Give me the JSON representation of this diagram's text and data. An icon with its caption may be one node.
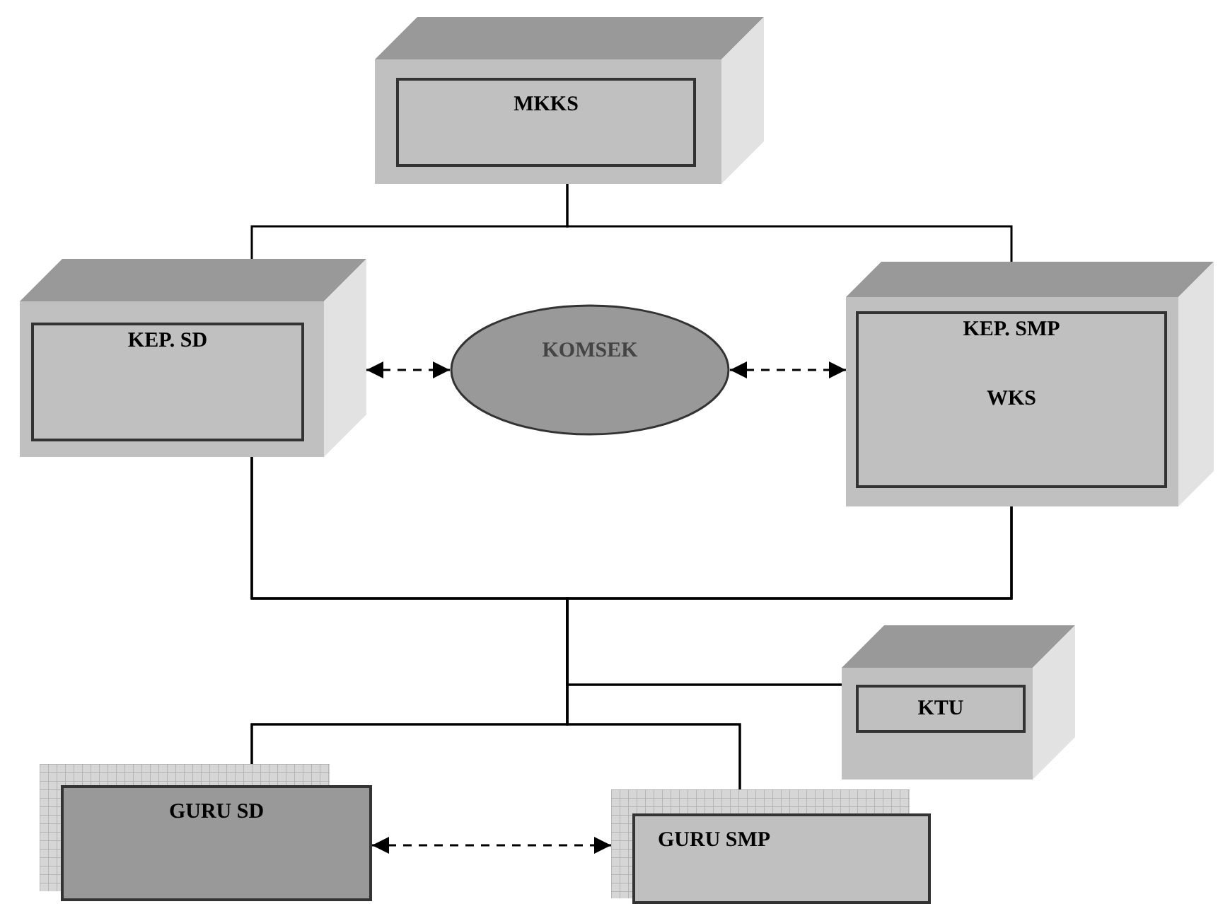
{
  "diagram": {
    "nodes": [
      {
        "text": [
          "MKKS"
        ]
      },
      {
        "text": [
          "KEP. SD"
        ]
      },
      {
        "text": [
          "KOMSEK"
        ]
      },
      {
        "text": [
          "KEP. SMP",
          "WKS"
        ]
      },
      {
        "text": [
          "KTU"
        ]
      },
      {
        "text": [
          "GURU SD"
        ]
      },
      {
        "text": [
          "GURU SMP"
        ]
      }
    ],
    "edges": [
      {
        "from": 0,
        "to": 1,
        "arrow": "none"
      },
      {
        "from": 0,
        "to": 3,
        "arrow": "none"
      },
      {
        "from": 1,
        "to": 4,
        "arrow": "none"
      },
      {
        "from": 3,
        "to": 4,
        "arrow": "none"
      },
      {
        "from": 1,
        "to": 5,
        "arrow": "none"
      },
      {
        "from": 1,
        "to": 6,
        "arrow": "none"
      },
      {
        "from": 3,
        "to": 5,
        "arrow": "none"
      },
      {
        "from": 3,
        "to": 6,
        "arrow": "none"
      },
      {
        "from": 1,
        "to": 2,
        "arrow": "both",
        "style": "dashed"
      },
      {
        "from": 2,
        "to": 3,
        "arrow": "both",
        "style": "dashed"
      },
      {
        "from": 5,
        "to": 6,
        "arrow": "both",
        "style": "dashed"
      }
    ]
  }
}
